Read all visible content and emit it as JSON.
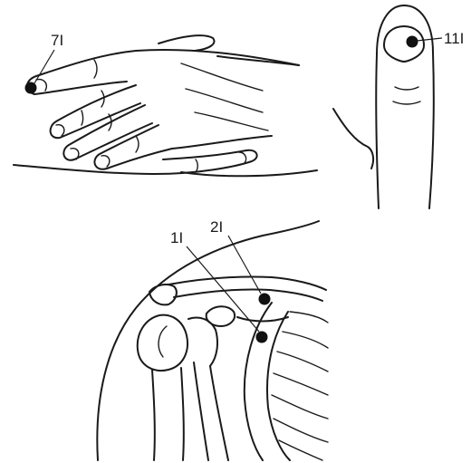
{
  "figure": {
    "hand_panel": {
      "point_label": "7I"
    },
    "thumb_panel": {
      "point_label": "11I"
    },
    "shoulder_panel": {
      "point_labels": [
        "1I",
        "2I"
      ]
    },
    "colors": {
      "ink": "#1a1a1a",
      "point": "#111111",
      "background": "#ffffff"
    }
  }
}
